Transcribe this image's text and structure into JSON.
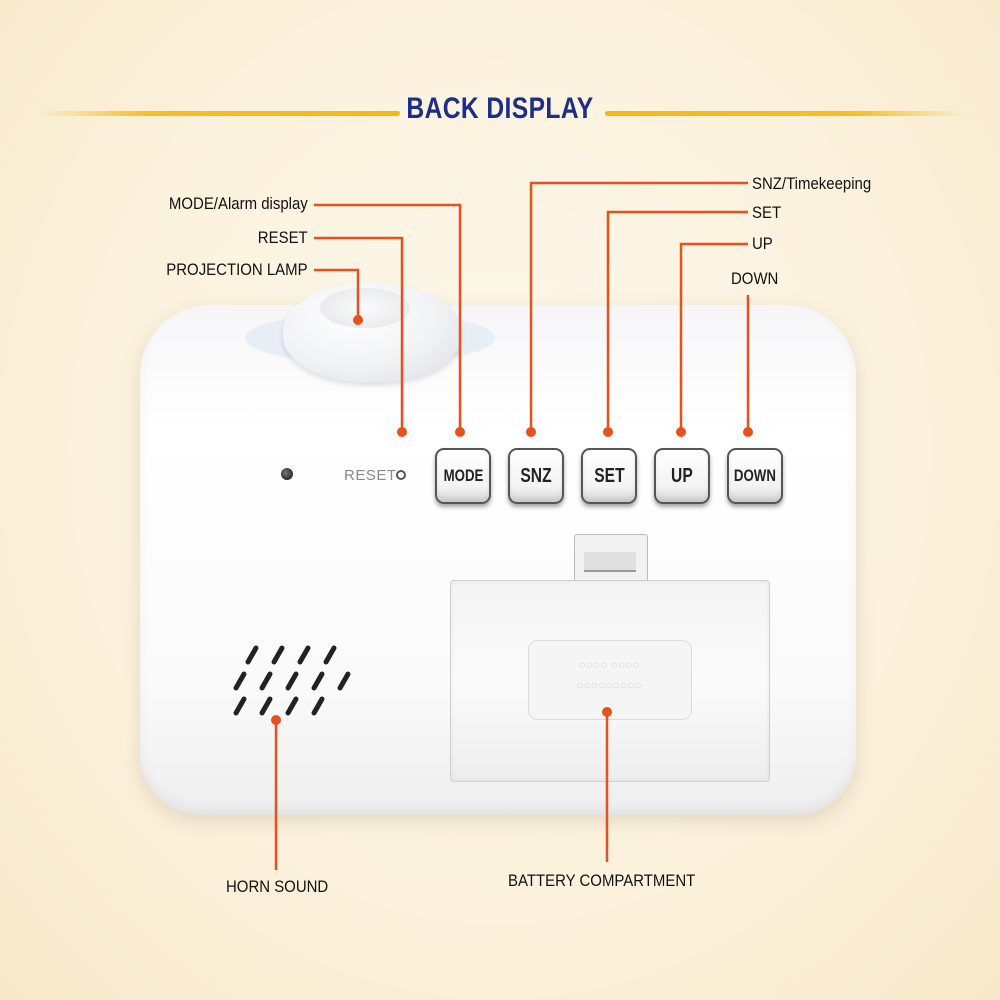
{
  "title": "BACK DISPLAY",
  "labels": {
    "mode": "MODE/Alarm display",
    "reset": "RESET",
    "projection_lamp": "PROJECTION LAMP",
    "snz": "SNZ/Timekeeping",
    "set": "SET",
    "up": "UP",
    "down": "DOWN",
    "horn": "HORN SOUND",
    "battery": "BATTERY COMPARTMENT"
  },
  "buttons": {
    "mode": "MODE",
    "snz": "SNZ",
    "set": "SET",
    "up": "UP",
    "down": "DOWN"
  },
  "device_reset_text": "RESET",
  "colors": {
    "title": "#1a2e8a",
    "accent_line": "#f2b817",
    "leader": "#e8501c"
  }
}
